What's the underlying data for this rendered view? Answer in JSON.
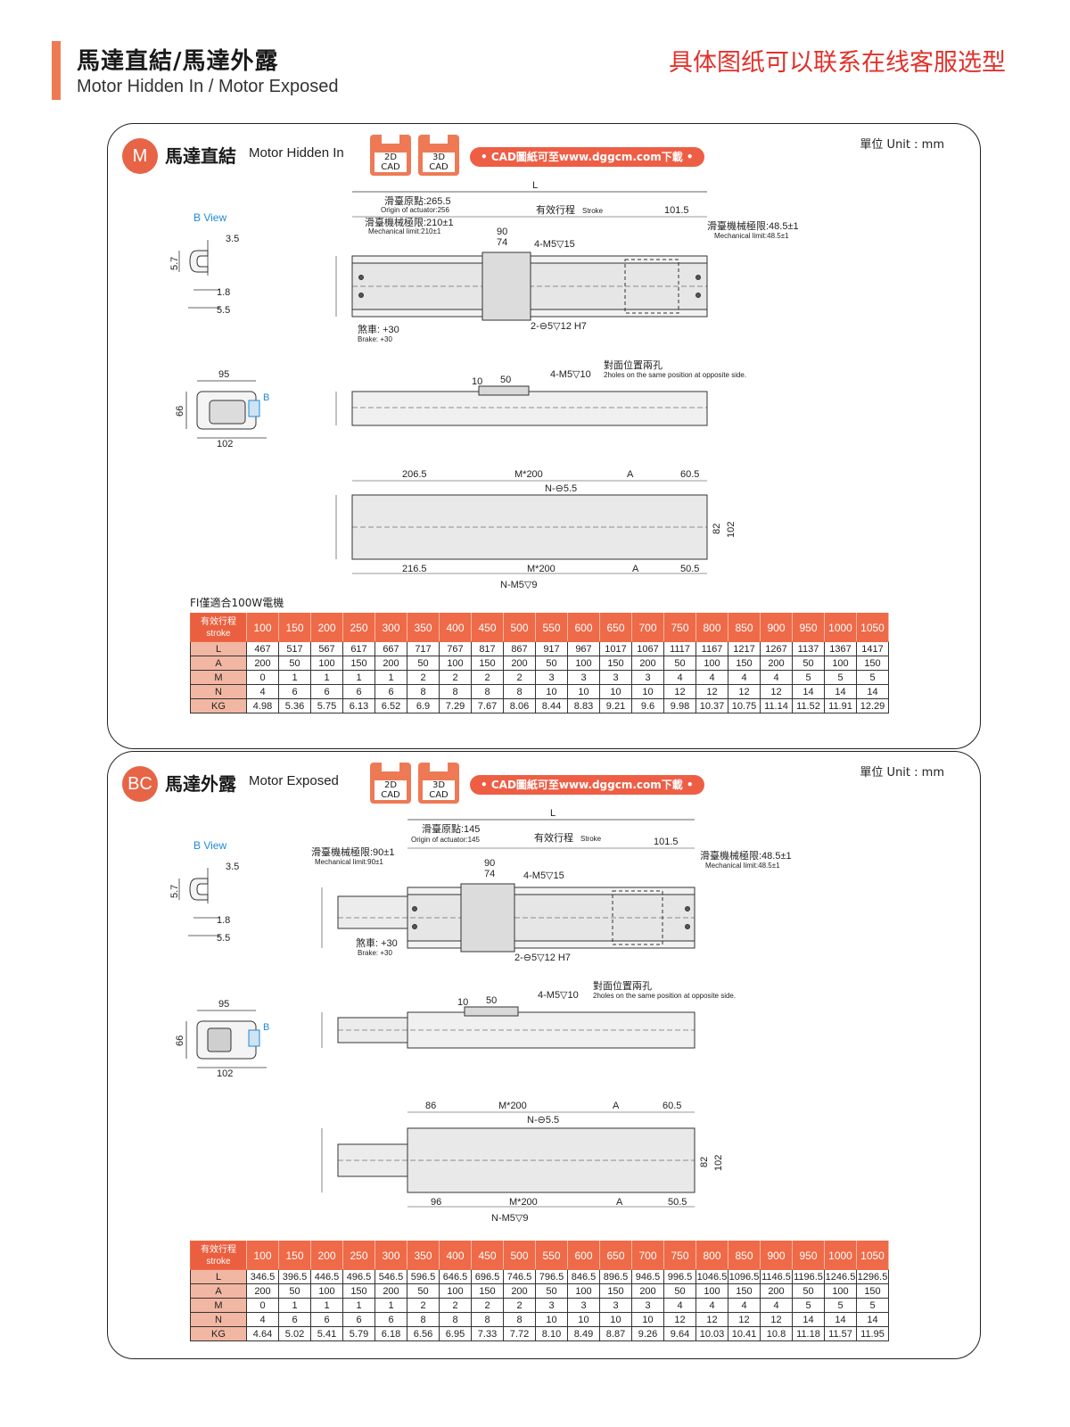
{
  "header": {
    "title": "馬達直結/馬達外露",
    "subtitle": "Motor Hidden In / Motor Exposed",
    "right_text": "具体图纸可以联系在线客服选型"
  },
  "colors": {
    "accent": "#ee7a55",
    "highlight_red": "#e0322b",
    "link_blue": "#1f8ad8"
  },
  "section_m": {
    "badge": "M",
    "title_zh": "馬達直結",
    "title_en": "Motor Hidden In",
    "unit": "單位 Unit : mm",
    "cad2d": [
      "2D",
      "CAD"
    ],
    "cad3d": [
      "3D",
      "CAD"
    ],
    "cad_link": "• CAD圖紙可至www.dggcm.com下載 •",
    "b_view": "B View",
    "note": "FI僅適合100W電機",
    "dims": {
      "bview_35": "3.5",
      "bview_57": "5.7",
      "bview_18": "1.8",
      "bview_55": "5.5",
      "end_95": "95",
      "end_66": "66",
      "end_102": "102",
      "end_b": "B",
      "L": "L",
      "origin_zh": "滑臺原點:265.5",
      "origin_en": "Origin of actuator:256",
      "stroke_zh": "有效行程",
      "stroke_en": "Stroke",
      "d1015": "101.5",
      "mech_zh": "滑臺機械極限:210±1",
      "mech_en": "Mechanical limit:210±1",
      "mech_r_zh": "滑臺機械極限:48.5±1",
      "mech_r_en": "Mechanical limit:48.5±1",
      "d90": "90",
      "d74": "74",
      "m5_15": "4-M5▽15",
      "brake_zh": "煞車: +30",
      "brake_en": "Brake: +30",
      "hole_h7": "2-⊖5▽12 H7",
      "d10": "10",
      "d50": "50",
      "m5_10": "4-M5▽10",
      "opp_zh": "對面位置兩孔",
      "opp_en": "2holes on the same position at opposite side.",
      "top_left": "206.5",
      "m200": "M*200",
      "A": "A",
      "d605": "60.5",
      "n55": "N-⊖5.5",
      "d82": "82",
      "d102": "102",
      "bot_left": "216.5",
      "d505": "50.5",
      "nm59": "N-M5▽9"
    },
    "table": {
      "head_label": [
        "有效行程",
        "stroke"
      ],
      "strokes": [
        "100",
        "150",
        "200",
        "250",
        "300",
        "350",
        "400",
        "450",
        "500",
        "550",
        "600",
        "650",
        "700",
        "750",
        "800",
        "850",
        "900",
        "950",
        "1000",
        "1050"
      ],
      "rows": [
        {
          "label": "L",
          "values": [
            "467",
            "517",
            "567",
            "617",
            "667",
            "717",
            "767",
            "817",
            "867",
            "917",
            "967",
            "1017",
            "1067",
            "1117",
            "1167",
            "1217",
            "1267",
            "1137",
            "1367",
            "1417"
          ]
        },
        {
          "label": "A",
          "values": [
            "200",
            "50",
            "100",
            "150",
            "200",
            "50",
            "100",
            "150",
            "200",
            "50",
            "100",
            "150",
            "200",
            "50",
            "100",
            "150",
            "200",
            "50",
            "100",
            "150"
          ]
        },
        {
          "label": "M",
          "values": [
            "0",
            "1",
            "1",
            "1",
            "1",
            "2",
            "2",
            "2",
            "2",
            "3",
            "3",
            "3",
            "3",
            "4",
            "4",
            "4",
            "4",
            "5",
            "5",
            "5"
          ]
        },
        {
          "label": "N",
          "values": [
            "4",
            "6",
            "6",
            "6",
            "6",
            "8",
            "8",
            "8",
            "8",
            "10",
            "10",
            "10",
            "10",
            "12",
            "12",
            "12",
            "12",
            "14",
            "14",
            "14"
          ]
        },
        {
          "label": "KG",
          "values": [
            "4.98",
            "5.36",
            "5.75",
            "6.13",
            "6.52",
            "6.9",
            "7.29",
            "7.67",
            "8.06",
            "8.44",
            "8.83",
            "9.21",
            "9.6",
            "9.98",
            "10.37",
            "10.75",
            "11.14",
            "11.52",
            "11.91",
            "12.29"
          ]
        }
      ]
    }
  },
  "section_bc": {
    "badge": "BC",
    "title_zh": "馬達外露",
    "title_en": "Motor Exposed",
    "unit": "單位 Unit : mm",
    "cad2d": [
      "2D",
      "CAD"
    ],
    "cad3d": [
      "3D",
      "CAD"
    ],
    "cad_link": "• CAD圖紙可至www.dggcm.com下載 •",
    "b_view": "B View",
    "dims": {
      "bview_35": "3.5",
      "bview_57": "5.7",
      "bview_18": "1.8",
      "bview_55": "5.5",
      "end_95": "95",
      "end_66": "66",
      "end_102": "102",
      "end_b": "B",
      "L": "L",
      "origin_zh": "滑臺原點:145",
      "origin_en": "Origin of actuator:145",
      "stroke_zh": "有效行程",
      "stroke_en": "Stroke",
      "d1015": "101.5",
      "mech_zh": "滑臺機械極限:90±1",
      "mech_en": "Mechanical limit:90±1",
      "mech_r_zh": "滑臺機械極限:48.5±1",
      "mech_r_en": "Mechanical limit:48.5±1",
      "d90": "90",
      "d74": "74",
      "m5_15": "4-M5▽15",
      "brake_zh": "煞車: +30",
      "brake_en": "Brake: +30",
      "hole_h7": "2-⊖5▽12 H7",
      "d10": "10",
      "d50": "50",
      "m5_10": "4-M5▽10",
      "opp_zh": "對面位置兩孔",
      "opp_en": "2holes on the same position at opposite side.",
      "top_left": "86",
      "m200": "M*200",
      "A": "A",
      "d605": "60.5",
      "n55": "N-⊖5.5",
      "d82": "82",
      "d102": "102",
      "bot_left": "96",
      "d505": "50.5",
      "nm59": "N-M5▽9"
    },
    "table": {
      "head_label": [
        "有效行程",
        "stroke"
      ],
      "strokes": [
        "100",
        "150",
        "200",
        "250",
        "300",
        "350",
        "400",
        "450",
        "500",
        "550",
        "600",
        "650",
        "700",
        "750",
        "800",
        "850",
        "900",
        "950",
        "1000",
        "1050"
      ],
      "rows": [
        {
          "label": "L",
          "values": [
            "346.5",
            "396.5",
            "446.5",
            "496.5",
            "546.5",
            "596.5",
            "646.5",
            "696.5",
            "746.5",
            "796.5",
            "846.5",
            "896.5",
            "946.5",
            "996.5",
            "1046.5",
            "1096.5",
            "1146.5",
            "1196.5",
            "1246.5",
            "1296.5"
          ]
        },
        {
          "label": "A",
          "values": [
            "200",
            "50",
            "100",
            "150",
            "200",
            "50",
            "100",
            "150",
            "200",
            "50",
            "100",
            "150",
            "200",
            "50",
            "100",
            "150",
            "200",
            "50",
            "100",
            "150"
          ]
        },
        {
          "label": "M",
          "values": [
            "0",
            "1",
            "1",
            "1",
            "1",
            "2",
            "2",
            "2",
            "2",
            "3",
            "3",
            "3",
            "3",
            "4",
            "4",
            "4",
            "4",
            "5",
            "5",
            "5"
          ]
        },
        {
          "label": "N",
          "values": [
            "4",
            "6",
            "6",
            "6",
            "6",
            "8",
            "8",
            "8",
            "8",
            "10",
            "10",
            "10",
            "10",
            "12",
            "12",
            "12",
            "12",
            "14",
            "14",
            "14"
          ]
        },
        {
          "label": "KG",
          "values": [
            "4.64",
            "5.02",
            "5.41",
            "5.79",
            "6.18",
            "6.56",
            "6.95",
            "7.33",
            "7.72",
            "8.10",
            "8.49",
            "8.87",
            "9.26",
            "9.64",
            "10.03",
            "10.41",
            "10.8",
            "11.18",
            "11.57",
            "11.95"
          ]
        }
      ]
    }
  }
}
